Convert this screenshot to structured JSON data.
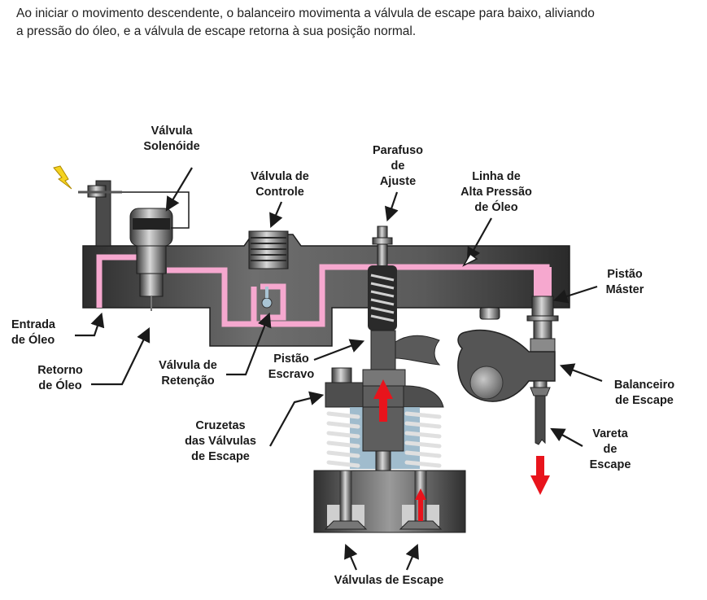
{
  "caption": {
    "line1": "Ao iniciar o movimento descendente, o balanceiro movimenta a válvula de escape para baixo, aliviando",
    "line2": "a pressão do óleo, e a válvula de escape retorna à sua posição normal."
  },
  "labels": {
    "solenoid_valve": [
      "Válvula",
      "Solenóide"
    ],
    "control_valve": [
      "Válvula de",
      "Controle"
    ],
    "adjust_screw": [
      "Parafuso",
      "de",
      "Ajuste"
    ],
    "high_pressure_line": [
      "Linha de",
      "Alta Pressão",
      "de Óleo"
    ],
    "master_piston": [
      "Pistão",
      "Máster"
    ],
    "oil_inlet": [
      "Entrada",
      "de Óleo"
    ],
    "oil_return": [
      "Retorno",
      "de Óleo"
    ],
    "check_valve": [
      "Válvula de",
      "Retenção"
    ],
    "slave_piston": [
      "Pistão",
      "Escravo"
    ],
    "valve_bridges": [
      "Cruzetas",
      "das Válvulas",
      "de Escape"
    ],
    "exhaust_rocker": [
      "Balanceiro",
      "de Escape"
    ],
    "pushrod": [
      "Vareta",
      "de",
      "Escape"
    ],
    "exhaust_valves": [
      "Válvulas de Escape"
    ]
  },
  "colors": {
    "oil_passage": "#f6a8cf",
    "housing_dark": "#3c3c3c",
    "housing_mid": "#6a6a6a",
    "motion_arrow": "#e8141c",
    "coolant": "#8fb0c4",
    "lightning": "#f5d320"
  },
  "icons": {
    "electric": "lightning-bolt-icon",
    "motion_up": "red-arrow-up-icon",
    "motion_down": "red-arrow-down-icon"
  }
}
